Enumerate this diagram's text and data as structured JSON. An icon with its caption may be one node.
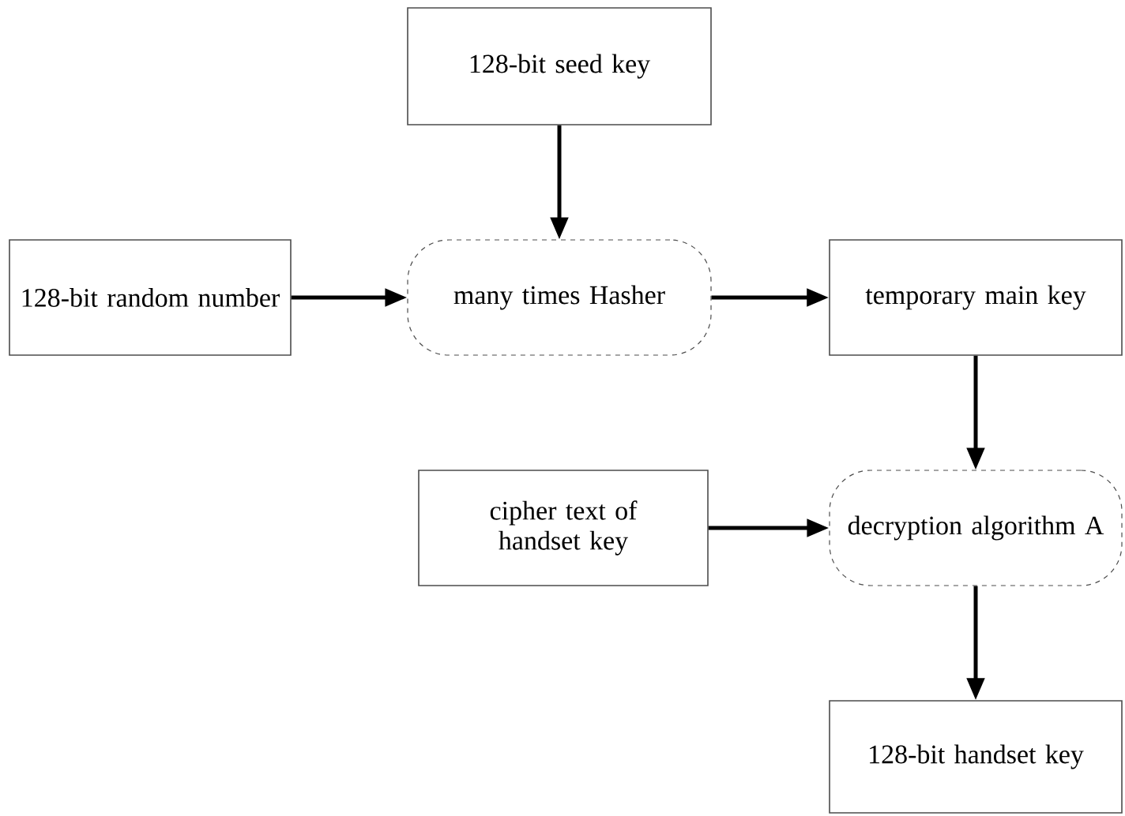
{
  "diagram": {
    "nodes": [
      {
        "text": [
          "128-bit seed key"
        ]
      },
      {
        "text": [
          "128-bit random number"
        ]
      },
      {
        "text": [
          "many times Hasher"
        ]
      },
      {
        "text": [
          "temporary main key"
        ]
      },
      {
        "text": [
          "cipher text of handset key"
        ]
      },
      {
        "text": [
          "decryption algorithm A"
        ]
      },
      {
        "text": [
          "128-bit handset key"
        ]
      }
    ],
    "edges": [
      {
        "from": 0,
        "to": 2,
        "arrow": "to"
      },
      {
        "from": 1,
        "to": 2,
        "arrow": "to"
      },
      {
        "from": 2,
        "to": 3,
        "arrow": "to"
      },
      {
        "from": 3,
        "to": 5,
        "arrow": "to"
      },
      {
        "from": 4,
        "to": 5,
        "arrow": "to"
      },
      {
        "from": 5,
        "to": 6,
        "arrow": "to"
      }
    ]
  }
}
